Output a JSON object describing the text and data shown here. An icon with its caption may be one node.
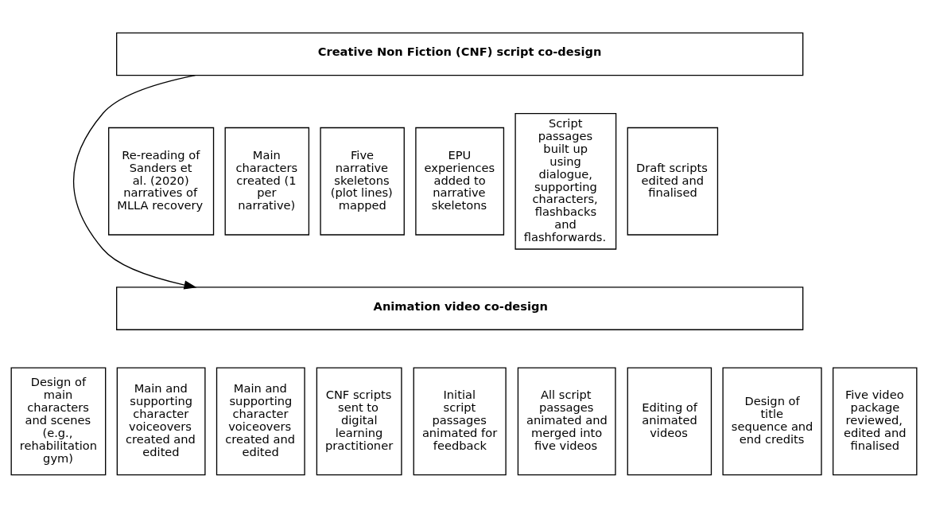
{
  "diagram": {
    "nodes": [
      {
        "text": [
          "Creative Non Fiction (CNF) script co-design"
        ]
      },
      {
        "text": [
          "Re-reading of Sanders et al. (2020) narratives of MLLA recovery"
        ]
      },
      {
        "text": [
          "Main characters created (1 per narrative)"
        ]
      },
      {
        "text": [
          "Five narrative skeletons (plot lines) mapped"
        ]
      },
      {
        "text": [
          "EPU experiences added to narrative skeletons"
        ]
      },
      {
        "text": [
          "Script passages built up using dialogue, supporting characters, flashbacks and flashforwards."
        ]
      },
      {
        "text": [
          "Draft scripts edited and finalised"
        ]
      },
      {
        "text": [
          "Animation video co-design"
        ]
      },
      {
        "text": [
          "Design of main characters and scenes (e.g., rehabilitation gym)"
        ]
      },
      {
        "text": [
          "Main and supporting character voiceovers created and edited"
        ]
      },
      {
        "text": [
          "Main and supporting character voiceovers created and edited"
        ]
      },
      {
        "text": [
          "CNF scripts sent to digital learning practitioner"
        ]
      },
      {
        "text": [
          "Initial script passages animated for feedback"
        ]
      },
      {
        "text": [
          "All script passages animated and merged into five videos"
        ]
      },
      {
        "text": [
          "Editing of animated videos"
        ]
      },
      {
        "text": [
          "Design of title sequence and end credits"
        ]
      },
      {
        "text": [
          "Five video package reviewed, edited and finalised"
        ]
      }
    ],
    "edges": [
      {
        "from": 0,
        "to": 7,
        "arrow": "to"
      }
    ]
  }
}
